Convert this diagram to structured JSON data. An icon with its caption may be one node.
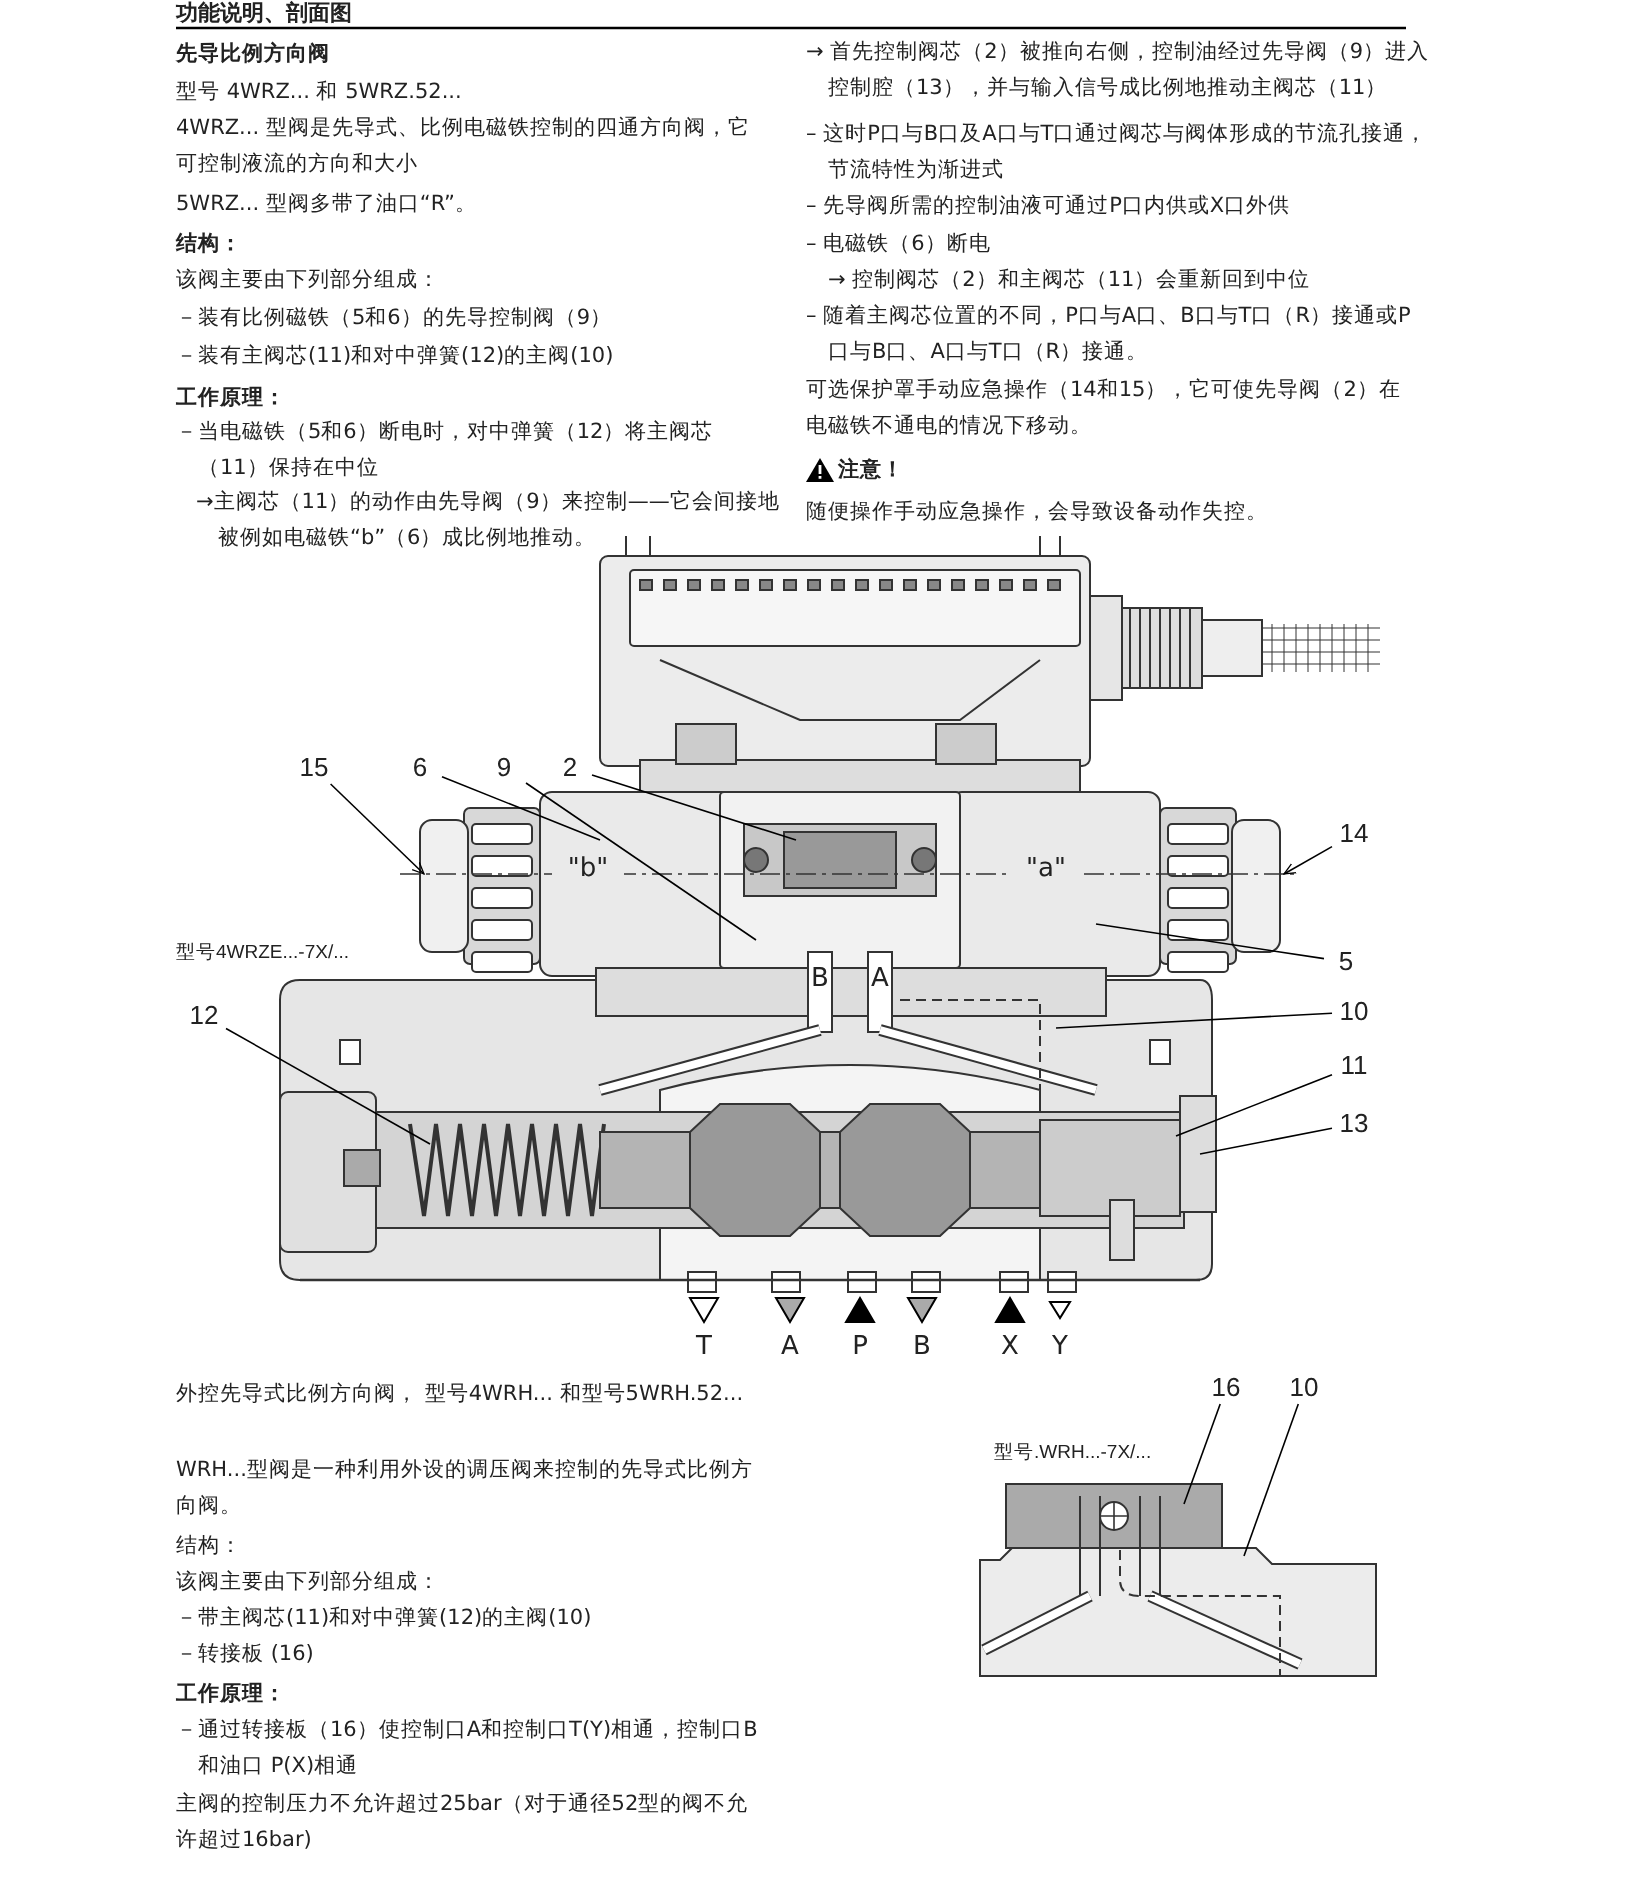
{
  "diagram": {
    "title": "功能说明、剖面图",
    "nodes": [
      {
        "text": [
          "15"
        ]
      },
      {
        "text": [
          "6"
        ]
      },
      {
        "text": [
          "9"
        ]
      },
      {
        "text": [
          "2"
        ]
      },
      {
        "text": [
          "14"
        ]
      },
      {
        "text": [
          "5"
        ]
      },
      {
        "text": [
          "10"
        ]
      },
      {
        "text": [
          "12"
        ]
      },
      {
        "text": [
          "11"
        ]
      },
      {
        "text": [
          "13"
        ]
      },
      {
        "text": [
          "16"
        ]
      },
      {
        "text": [
          "10"
        ]
      }
    ],
    "edges": [
      {
        "from": 0,
        "to": null,
        "arrow": "to"
      },
      {
        "from": 1,
        "to": null,
        "arrow": "none"
      },
      {
        "from": 2,
        "to": null,
        "arrow": "none"
      },
      {
        "from": 3,
        "to": null,
        "arrow": "none"
      },
      {
        "from": 4,
        "to": null,
        "arrow": "to"
      },
      {
        "from": 5,
        "to": null,
        "arrow": "none"
      },
      {
        "from": 6,
        "to": null,
        "arrow": "none"
      },
      {
        "from": 7,
        "to": null,
        "arrow": "none"
      },
      {
        "from": 8,
        "to": null,
        "arrow": "none"
      },
      {
        "from": 9,
        "to": null,
        "arrow": "none"
      },
      {
        "from": 10,
        "to": null,
        "arrow": "none"
      },
      {
        "from": 11,
        "to": null,
        "arrow": "none"
      }
    ],
    "labels": [
      "先导比例方向阀",
      "型号 4WRZ... 和 5WRZ.52...",
      "4WRZ... 型阀是先导式、比例电磁铁控制的四通方向阀，它可控制液流的方向和大小",
      "5WRZ... 型阀多带了油口“R”。",
      "结构：",
      "该阀主要由下列部分组成：",
      "－装有比例磁铁（5和6）的先导控制阀（9）",
      "－装有主阀芯(11)和对中弹簧(12)的主阀(10)",
      "工作原理：",
      "－当电磁铁（5和6）断电时，对中弹簧（12）将主阀芯（11）保持在中位",
      "→主阀芯（11）的动作由先导阀（9）来控制——它会间接地被例如电磁铁“b”（6）成比例地推动。",
      "→ 首先控制阀芯（2）被推向右侧，控制油经过先导阀（9）进入控制腔（13），并与输入信号成比例地推动主阀芯（11）",
      "– 这时P口与B口及A口与T口通过阀芯与阀体形成的节流孔接通，节流特性为渐进式",
      "– 先导阀所需的控制油液可通过P口内供或X口外供",
      "– 电磁铁（6）断电",
      "→ 控制阀芯（2）和主阀芯（11）会重新回到中位",
      "– 随着主阀芯位置的不同，P口与A口、B口与T口（R）接通或P口与B口、A口与T口（R）接通。",
      "可选保护罩手动应急操作（14和15），它可使先导阀（2）在电磁铁不通电的情况下移动。",
      "注意！",
      "随便操作手动应急操作，会导致设备动作失控。",
      "\"b\"",
      "\"a\"",
      "型号4WRZE...-7X/...",
      "B",
      "A",
      "T",
      "A",
      "P",
      "B",
      "X",
      "Y",
      "外控先导式比例方向阀， 型号4WRH... 和型号5WRH.52...",
      "WRH...型阀是一种利用外设的调压阀来控制的先导式比例方向阀。",
      "型号.WRH...-7X/...",
      "结构：",
      "该阀主要由下列部分组成：",
      "－带主阀芯(11)和对中弹簧(12)的主阀(10)",
      "－转接板 (16)",
      "工作原理：",
      "－通过转接板（16）使控制口A和控制口T(Y)相通，控制口B 和油口 P(X)相通",
      "主阀的控制压力不允许超过25bar（对于通径52型的阀不允许超过16bar)"
    ]
  }
}
